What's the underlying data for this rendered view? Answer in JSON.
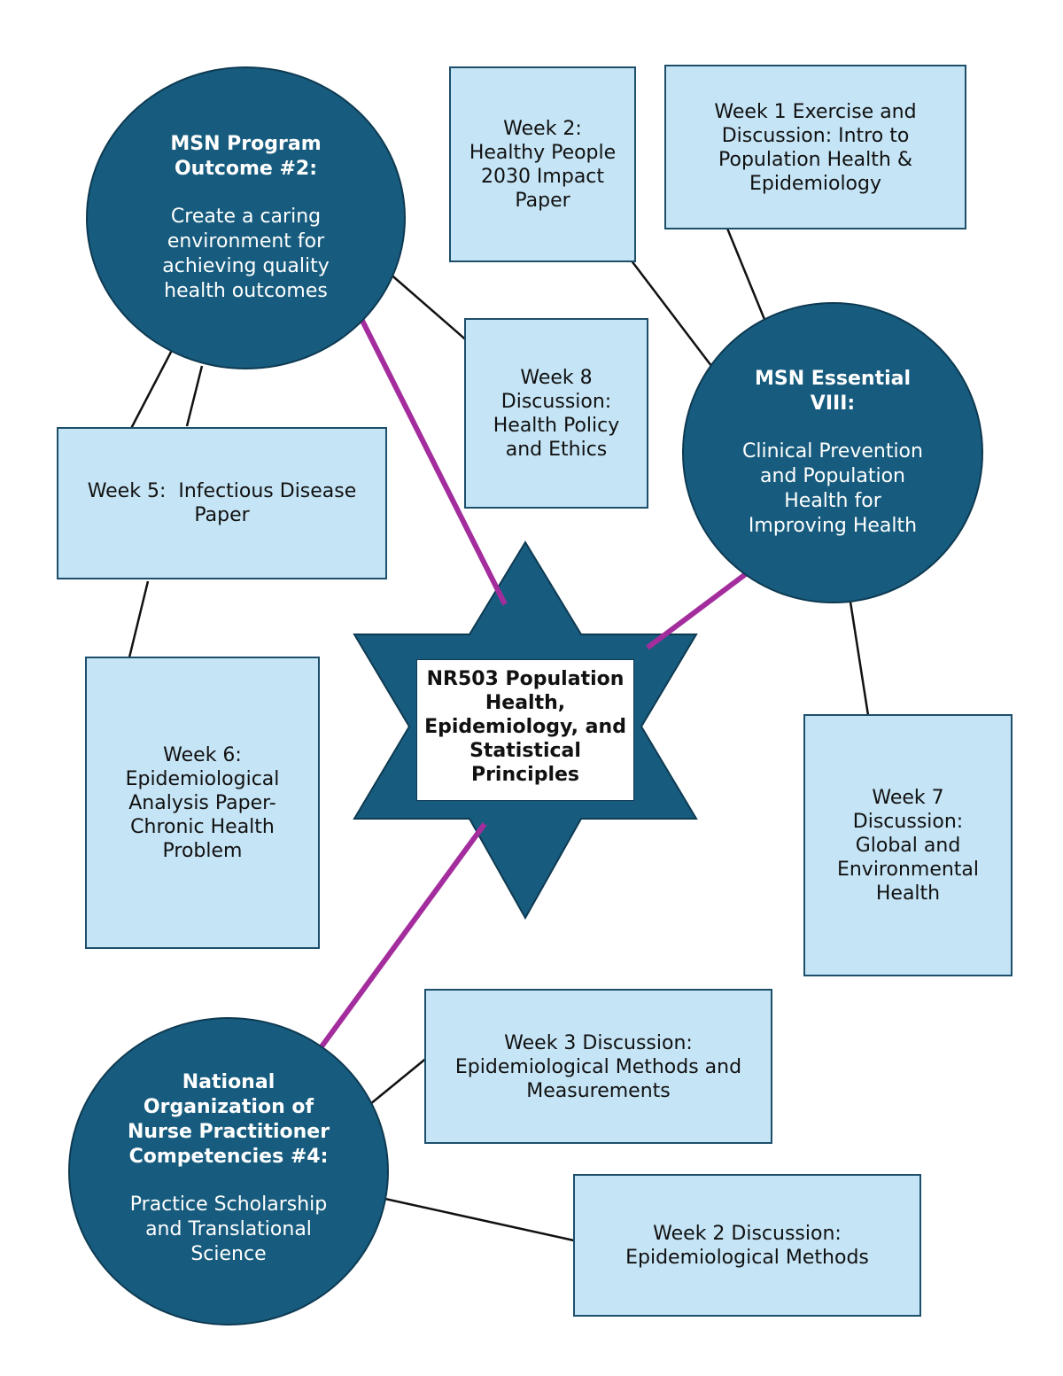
{
  "center": {
    "title": "NR503 Population Health, Epidemiology, and Statistical Principles"
  },
  "outcomes": {
    "program": {
      "title": "MSN Program Outcome #2:",
      "body": "Create a caring environment for achieving quality health outcomes"
    },
    "essential": {
      "title": "MSN Essential VIII:",
      "body": "Clinical Prevention and Population Health for Improving Health"
    },
    "nonpf": {
      "title": "National Organization of Nurse Practitioner Competencies #4:",
      "body": "Practice Scholarship and Translational Science"
    }
  },
  "assignments": {
    "week2_paper": "Week 2: Healthy People 2030 Impact Paper",
    "week1": "Week 1 Exercise and Discussion: Intro to Population Health & Epidemiology",
    "week8": "Week 8 Discussion: Health Policy and Ethics",
    "week5": "Week 5:  Infectious Disease Paper",
    "week6": "Week 6: Epidemiological Analysis Paper- Chronic Health Problem",
    "week7": "Week 7 Discussion: Global and Environmental Health",
    "week3": "Week 3 Discussion: Epidemiological Methods and Measurements",
    "week2_discussion": "Week 2 Discussion: Epidemiological Methods"
  },
  "colors": {
    "circle_fill": "#175c7e",
    "box_fill": "#c5e4f5",
    "connector_primary": "#a42d9e",
    "connector_secondary": "#111111"
  }
}
